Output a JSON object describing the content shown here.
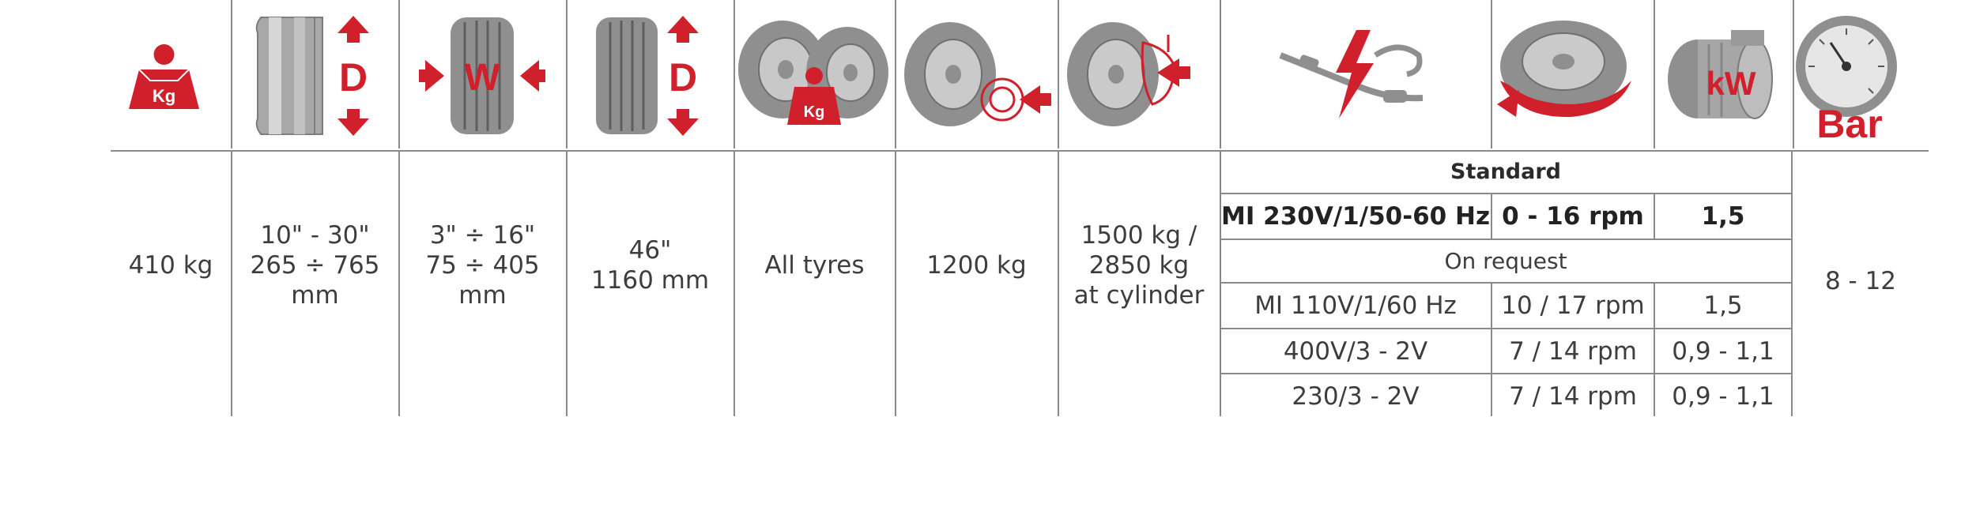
{
  "colors": {
    "accent": "#d0202c",
    "grey": "#8c8c8c",
    "line": "#8a8a8a"
  },
  "icons": {
    "weight": {
      "name": "weight-icon",
      "label": "Kg"
    },
    "rim_diameter": {
      "name": "rim-diameter-icon",
      "label": "D"
    },
    "tyre_width": {
      "name": "tyre-width-icon",
      "label": "W"
    },
    "tyre_diameter": {
      "name": "tyre-diameter-icon",
      "label": "D"
    },
    "wheel_weight": {
      "name": "wheel-weight-icon",
      "label": "Kg"
    },
    "bead_breaker": {
      "name": "bead-breaker-icon"
    },
    "cylinder_force": {
      "name": "cylinder-force-icon"
    },
    "power_supply": {
      "name": "power-supply-icon"
    },
    "rotation_speed": {
      "name": "rotation-speed-icon"
    },
    "motor_power": {
      "name": "motor-power-icon",
      "label": "kW"
    },
    "pressure": {
      "name": "pressure-gauge-icon",
      "label": "Bar"
    }
  },
  "specs": {
    "weight": "410 kg",
    "rim_range": [
      "10\" - 30\"",
      "265 ÷ 765 mm"
    ],
    "width_range": [
      "3\" ÷ 16\"",
      "75 ÷ 405 mm"
    ],
    "max_diameter": [
      "46\"",
      "1160 mm"
    ],
    "tyres": "All tyres",
    "max_wheel_weight": "1200 kg",
    "cylinder_force": [
      "1500 kg /",
      "2850 kg",
      "at cylinder"
    ],
    "pressure": "8 - 12"
  },
  "power": {
    "standard_label": "Standard",
    "standard_row": [
      "MI 230V/1/50-60 Hz",
      "0 - 16 rpm",
      "1,5"
    ],
    "on_request_label": "On request",
    "request_rows": [
      [
        "MI 110V/1/60 Hz",
        "10 / 17 rpm",
        "1,5"
      ],
      [
        "400V/3 - 2V",
        "7 / 14 rpm",
        "0,9 - 1,1"
      ],
      [
        "230/3 - 2V",
        "7 / 14 rpm",
        "0,9 - 1,1"
      ]
    ]
  }
}
